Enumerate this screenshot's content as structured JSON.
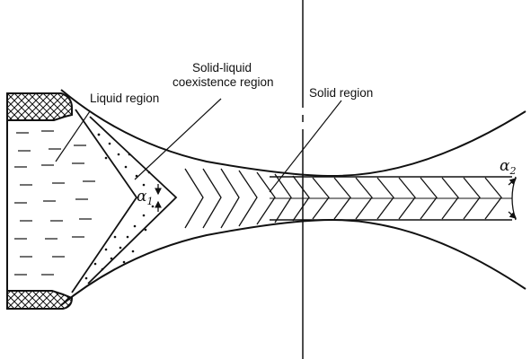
{
  "labels": {
    "liquid": "Liquid region",
    "mushy_line1": "Solid-liquid",
    "mushy_line2": "coexistence region",
    "solid": "Solid region",
    "alpha1_base": "α",
    "alpha1_sub": "1",
    "alpha2_base": "α",
    "alpha2_sub": "2"
  },
  "colors": {
    "line": "#111111",
    "background": "#ffffff"
  }
}
